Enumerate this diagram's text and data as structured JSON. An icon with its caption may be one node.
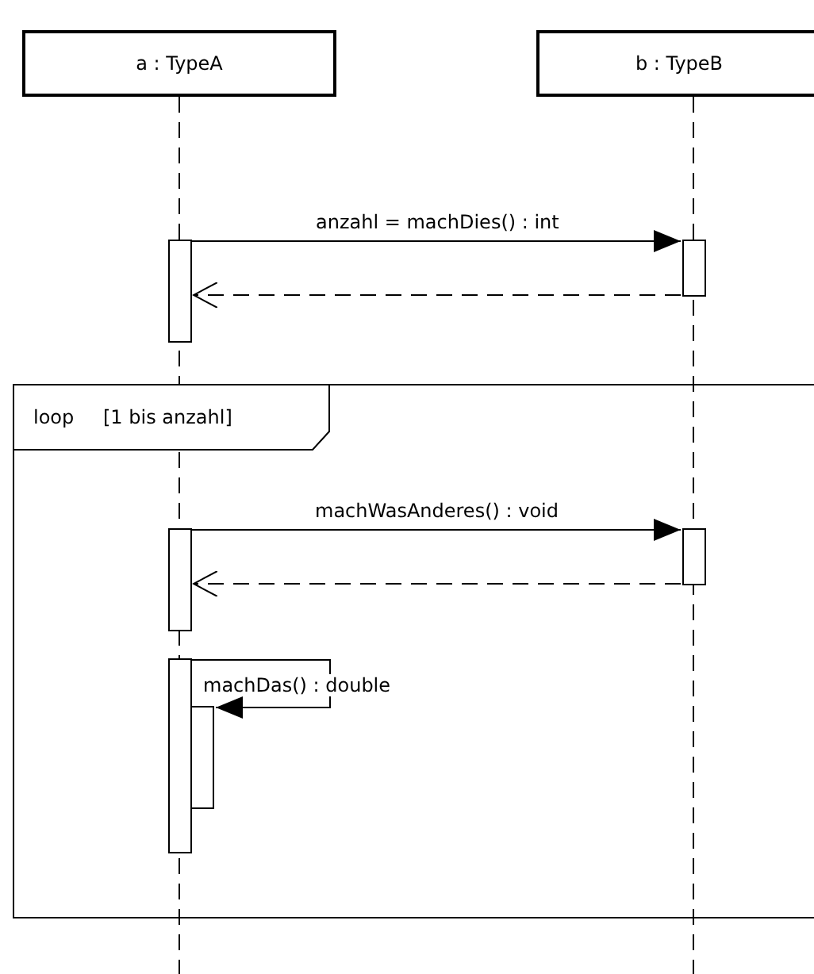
{
  "diagram": {
    "nodes": [
      {
        "text": [
          "a : TypeA"
        ]
      },
      {
        "text": [
          "b : TypeB"
        ]
      },
      {
        "text": [],
        "shape": "bar"
      },
      {
        "text": [],
        "shape": "bar"
      },
      {
        "text": [
          "loop",
          "[1 bis anzahl]"
        ]
      },
      {
        "text": [],
        "shape": "bar",
        "in": 4
      },
      {
        "text": [],
        "shape": "bar",
        "in": 4
      },
      {
        "text": [],
        "shape": "bar",
        "in": 4
      },
      {
        "text": [],
        "shape": "bar",
        "in": 4
      }
    ],
    "edges": [
      {
        "from": 2,
        "to": 3,
        "arrow": "to",
        "label": "anzahl = machDies() : int"
      },
      {
        "from": 3,
        "to": 2,
        "arrow": "to",
        "style": "dashed"
      },
      {
        "from": 5,
        "to": 6,
        "arrow": "to",
        "label": "machWasAnderes() : void"
      },
      {
        "from": 6,
        "to": 5,
        "arrow": "to",
        "style": "dashed"
      },
      {
        "from": 7,
        "to": 8,
        "arrow": "to",
        "label": "machDas() : double"
      }
    ]
  }
}
